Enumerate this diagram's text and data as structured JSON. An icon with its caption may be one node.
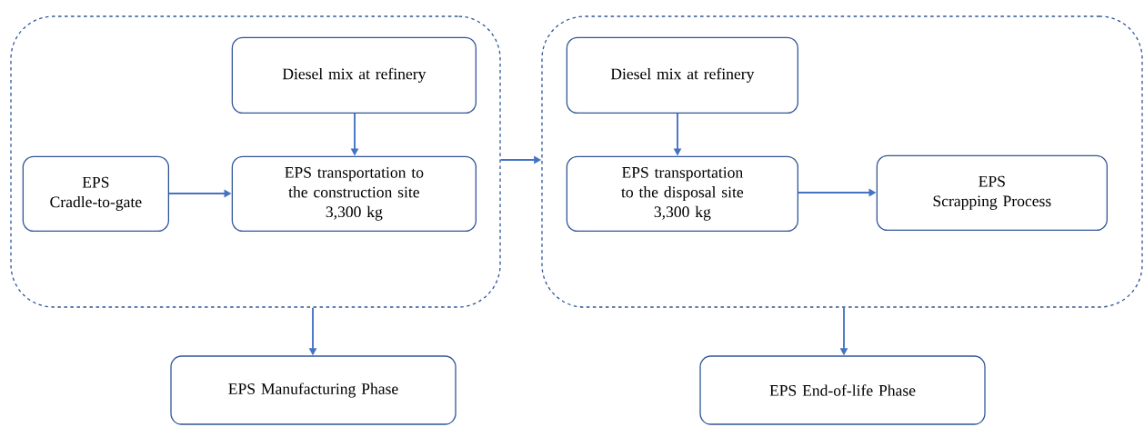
{
  "diagram": {
    "nodes": [
      {
        "text": [],
        "shape": "box"
      },
      {
        "text": [
          "Diesel mix at refinery"
        ],
        "in": 0
      },
      {
        "text": [
          "EPS",
          "Cradle-to-gate"
        ],
        "in": 0
      },
      {
        "text": [
          "EPS transportation to the construction site",
          "3,300 kg"
        ],
        "in": 0
      },
      {
        "text": [],
        "shape": "box"
      },
      {
        "text": [
          "Diesel mix at refinery"
        ],
        "in": 4
      },
      {
        "text": [
          "EPS transportation to the disposal site",
          "3,300 kg"
        ],
        "in": 4
      },
      {
        "text": [
          "EPS",
          "Scrapping Process"
        ],
        "in": 4
      },
      {
        "text": [
          "EPS Manufacturing Phase"
        ]
      },
      {
        "text": [
          "EPS End-of-life Phase"
        ]
      }
    ],
    "edges": [
      {
        "from": 1,
        "to": 3,
        "arrow": "to"
      },
      {
        "from": 2,
        "to": 3,
        "arrow": "to"
      },
      {
        "from": 0,
        "to": 4,
        "arrow": "to"
      },
      {
        "from": 5,
        "to": 6,
        "arrow": "to"
      },
      {
        "from": 6,
        "to": 7,
        "arrow": "to"
      },
      {
        "from": 0,
        "to": 8,
        "arrow": "to"
      },
      {
        "from": 4,
        "to": 9,
        "arrow": "to"
      }
    ]
  }
}
